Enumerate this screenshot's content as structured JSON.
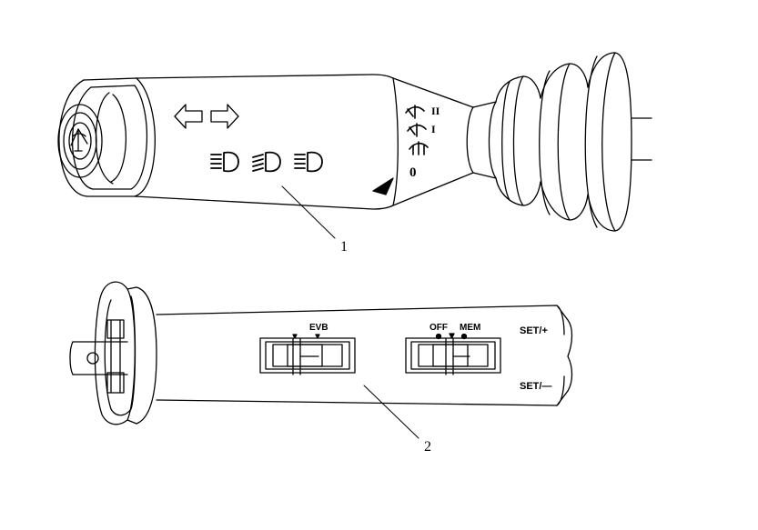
{
  "callouts": {
    "stalk_1": "1",
    "stalk_2": "2"
  },
  "upper_stalk": {
    "wiper_positions": [
      "0",
      "I",
      "II"
    ]
  },
  "lower_stalk": {
    "switch_left_label": "EVB",
    "switch_right_label_off": "OFF",
    "switch_right_label_mem": "MEM",
    "set_plus": "SET/+",
    "set_minus": "SET/—"
  },
  "colors": {
    "line": "#000000",
    "background": "#ffffff"
  }
}
